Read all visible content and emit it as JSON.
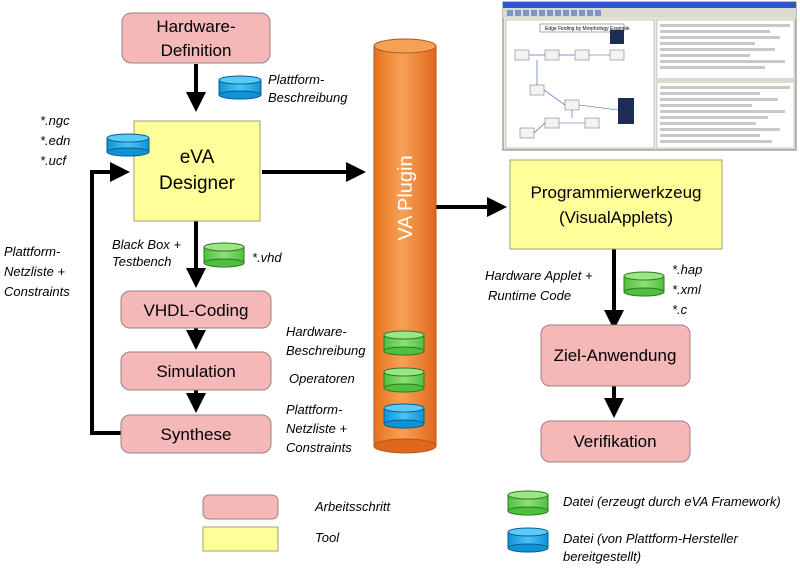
{
  "colors": {
    "step_fill": "#f4b8b8",
    "tool_fill": "#ffff99",
    "plugin_fill": "#f58a2e",
    "file_green": "#6cd05a",
    "file_blue": "#1fa9ea",
    "arrow": "#000000"
  },
  "boxes": {
    "hardware_definition": [
      "Hardware-",
      "Definition"
    ],
    "eva_designer": [
      "eVA",
      "Designer"
    ],
    "vhdl_coding": "VHDL-Coding",
    "simulation": "Simulation",
    "synthese": "Synthese",
    "programmierwerkzeug": [
      "Programmierwerkzeug",
      "(VisualApplets)"
    ],
    "ziel_anwendung": "Ziel-Anwendung",
    "verifikation": "Verifikation",
    "va_plugin": "VA Plugin"
  },
  "notes": {
    "plattform_beschreibung": [
      "Plattform-",
      "Beschreibung"
    ],
    "designer_files": [
      "*.ngc",
      "*.edn",
      "*.ucf"
    ],
    "black_box": [
      "Black Box +",
      "Testbench"
    ],
    "vhd_file": "*.vhd",
    "plattform_netzliste_left": [
      "Plattform-",
      "Netzliste +",
      "Constraints"
    ],
    "hardware_beschreibung": [
      "Hardware-",
      "Beschreibung"
    ],
    "operatoren": "Operatoren",
    "plattform_netzliste_right": [
      "Plattform-",
      "Netzliste +",
      "Constraints"
    ],
    "hardware_applet": [
      "Hardware Applet +",
      "Runtime Code"
    ],
    "applet_files": [
      "*.hap",
      "*.xml",
      "*.c"
    ]
  },
  "legend": {
    "arbeitsschritt": "Arbeitsschritt",
    "tool": "Tool",
    "datei_eva": "Datei (erzeugt durch eVA Framework)",
    "datei_hersteller": [
      "Datei (von Plattform-Hersteller",
      "bereitgestellt)"
    ]
  },
  "screenshot": {
    "title": "Edge Finding by Morphology Example"
  }
}
